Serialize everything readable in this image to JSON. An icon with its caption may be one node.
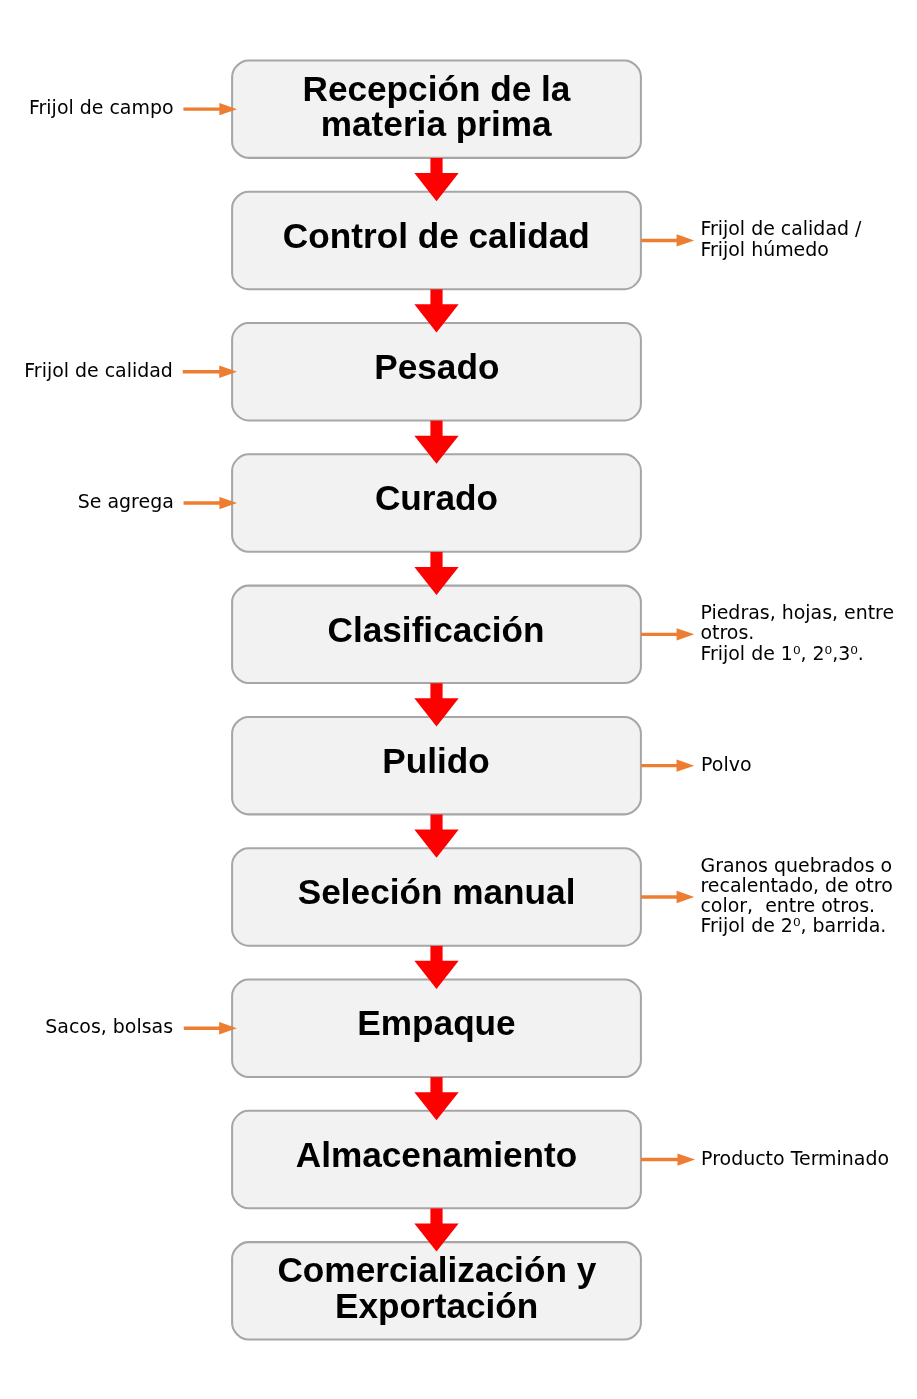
{
  "diagram": {
    "nodes": [
      {
        "text": [
          "Frijol de campo"
        ]
      },
      {
        "text": [
          "Recepción de la materia prima"
        ]
      },
      {
        "text": [
          "Control de calidad"
        ]
      },
      {
        "text": [
          "Frijol de calidad / Frijol húmedo"
        ]
      },
      {
        "text": [
          "Frijol de calidad"
        ]
      },
      {
        "text": [
          "Pesado"
        ]
      },
      {
        "text": [
          "Se agrega"
        ]
      },
      {
        "text": [
          "Curado"
        ]
      },
      {
        "text": [
          "Clasificación"
        ]
      },
      {
        "text": [
          "Piedras, hojas, entre otros.",
          "Frijol de 1⁰, 2⁰,3⁰."
        ]
      },
      {
        "text": [
          "Pulido"
        ]
      },
      {
        "text": [
          "Polvo"
        ]
      },
      {
        "text": [
          "Seleción manual"
        ]
      },
      {
        "text": [
          "Granos quebrados o recalentado, de otro color,  entre otros.",
          "Frijol de 2⁰, barrida."
        ]
      },
      {
        "text": [
          "Sacos, bolsas"
        ]
      },
      {
        "text": [
          "Empaque"
        ]
      },
      {
        "text": [
          "Almacenamiento"
        ]
      },
      {
        "text": [
          "Producto Terminado"
        ]
      },
      {
        "text": [
          "Comercialización y Exportación"
        ]
      }
    ],
    "edges": [
      {
        "from": 0,
        "to": 1,
        "arrow": "to",
        "color": "#ed7d31"
      },
      {
        "from": 1,
        "to": 2,
        "arrow": "to",
        "style": "thick",
        "color": "#ff0000"
      },
      {
        "from": 2,
        "to": 3,
        "arrow": "to",
        "color": "#ed7d31"
      },
      {
        "from": 2,
        "to": 5,
        "arrow": "to",
        "style": "thick",
        "color": "#ff0000"
      },
      {
        "from": 4,
        "to": 5,
        "arrow": "to",
        "color": "#ed7d31"
      },
      {
        "from": 5,
        "to": 7,
        "arrow": "to",
        "style": "thick",
        "color": "#ff0000"
      },
      {
        "from": 6,
        "to": 7,
        "arrow": "to",
        "color": "#ed7d31"
      },
      {
        "from": 7,
        "to": 8,
        "arrow": "to",
        "style": "thick",
        "color": "#ff0000"
      },
      {
        "from": 8,
        "to": 9,
        "arrow": "to",
        "color": "#ed7d31"
      },
      {
        "from": 8,
        "to": 10,
        "arrow": "to",
        "style": "thick",
        "color": "#ff0000"
      },
      {
        "from": 10,
        "to": 11,
        "arrow": "to",
        "color": "#ed7d31"
      },
      {
        "from": 10,
        "to": 12,
        "arrow": "to",
        "style": "thick",
        "color": "#ff0000"
      },
      {
        "from": 12,
        "to": 13,
        "arrow": "to",
        "color": "#ed7d31"
      },
      {
        "from": 12,
        "to": 15,
        "arrow": "to",
        "style": "thick",
        "color": "#ff0000"
      },
      {
        "from": 14,
        "to": 15,
        "arrow": "to",
        "color": "#ed7d31"
      },
      {
        "from": 15,
        "to": 16,
        "arrow": "to",
        "style": "thick",
        "color": "#ff0000"
      },
      {
        "from": 16,
        "to": 17,
        "arrow": "to",
        "color": "#ed7d31"
      },
      {
        "from": 16,
        "to": 18,
        "arrow": "to",
        "style": "thick",
        "color": "#ff0000"
      }
    ]
  }
}
